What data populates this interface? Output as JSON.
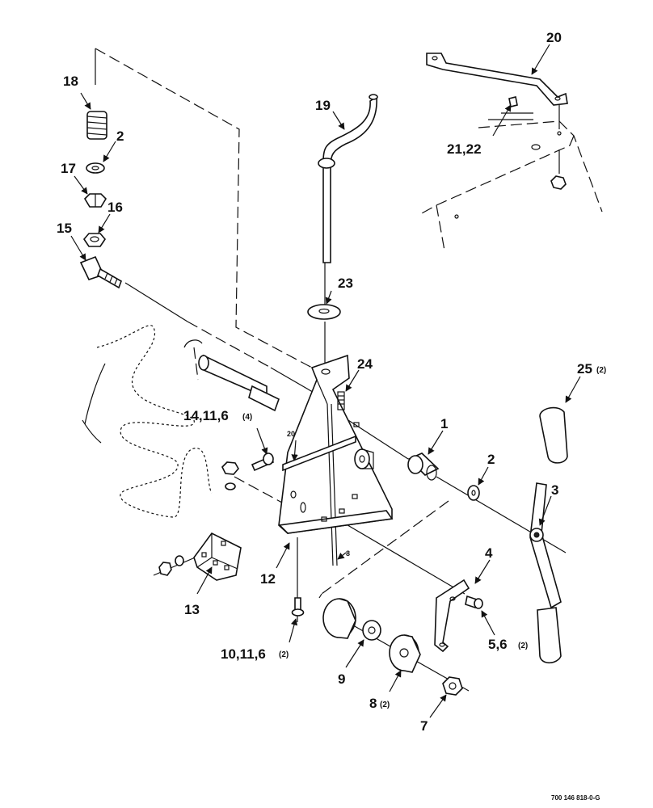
{
  "drawing_code": "700 146 818-0-G",
  "callouts": {
    "c1": {
      "num": "1",
      "qty": ""
    },
    "c2a": {
      "num": "2",
      "qty": ""
    },
    "c2b": {
      "num": "2",
      "qty": ""
    },
    "c3": {
      "num": "3",
      "qty": ""
    },
    "c4": {
      "num": "4",
      "qty": ""
    },
    "c56": {
      "num": "5,6",
      "qty": "(2)"
    },
    "c7": {
      "num": "7",
      "qty": ""
    },
    "c8": {
      "num": "8",
      "qty": "(2)"
    },
    "c9": {
      "num": "9",
      "qty": ""
    },
    "c10": {
      "num": "10,11,6",
      "qty": "(2)"
    },
    "c12": {
      "num": "12",
      "qty": ""
    },
    "c13": {
      "num": "13",
      "qty": ""
    },
    "c14": {
      "num": "14,11,6",
      "qty": "(4)"
    },
    "c15": {
      "num": "15",
      "qty": ""
    },
    "c16": {
      "num": "16",
      "qty": ""
    },
    "c17": {
      "num": "17",
      "qty": ""
    },
    "c18": {
      "num": "18",
      "qty": ""
    },
    "c19": {
      "num": "19",
      "qty": ""
    },
    "c20": {
      "num": "20",
      "qty": ""
    },
    "c2122": {
      "num": "21,22",
      "qty": ""
    },
    "c23": {
      "num": "23",
      "qty": ""
    },
    "c24": {
      "num": "24",
      "qty": ""
    },
    "c25": {
      "num": "25",
      "qty": "(2)"
    }
  },
  "inline_labels": {
    "belt_ref": "20",
    "cable_ref": "8"
  },
  "icons": {
    "arrow": "arrow-icon",
    "spring": "spring-icon",
    "washer": "washer-icon",
    "nut": "nut-icon",
    "bolt": "bolt-icon"
  },
  "colors": {
    "ink": "#111111",
    "paper": "#ffffff"
  }
}
